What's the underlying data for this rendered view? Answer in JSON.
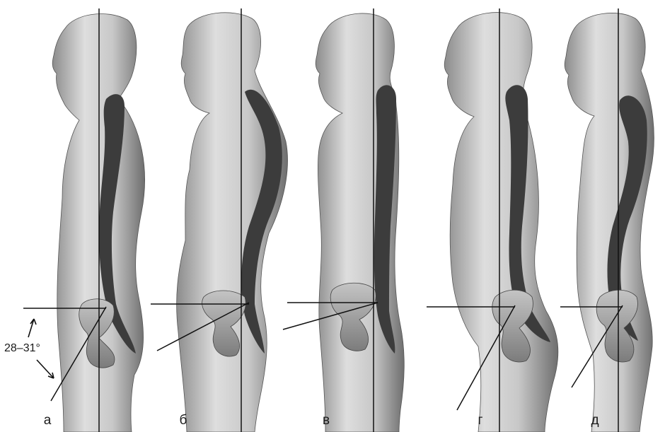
{
  "figure": {
    "angle_annotation": "28–31°",
    "panels": [
      {
        "label": "а"
      },
      {
        "label": "б"
      },
      {
        "label": "в"
      },
      {
        "label": "г"
      },
      {
        "label": "д"
      }
    ]
  },
  "colors": {
    "body_light": "#e8e8e8",
    "body_dark": "#7a7a7a",
    "spine": "#3a3a3a",
    "pelvis": "#9a9a9a",
    "lines": "#111111"
  }
}
